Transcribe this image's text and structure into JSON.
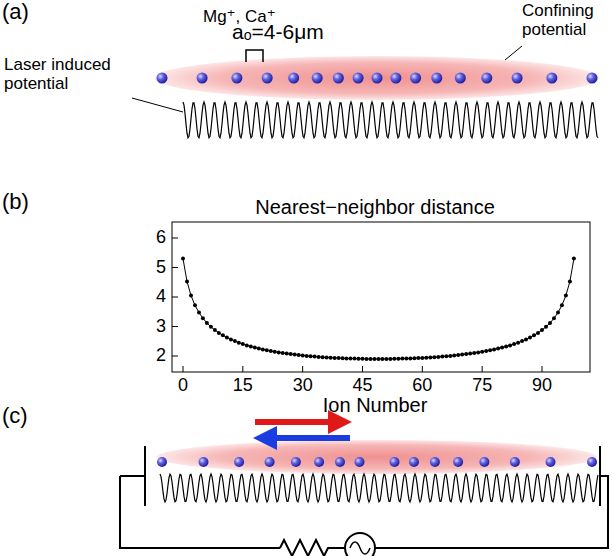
{
  "diagram": {
    "labels": [
      "(a)",
      "Mg⁺, Ca⁺",
      "aₒ=4-6μm",
      "Confining potential",
      "Laser induced potential",
      "(b)",
      "Nearest−neighbor distance",
      "6",
      "5",
      "4",
      "3",
      "2",
      "0",
      "15",
      "30",
      "45",
      "60",
      "75",
      "90",
      "Ion Number",
      "(c)"
    ]
  }
}
